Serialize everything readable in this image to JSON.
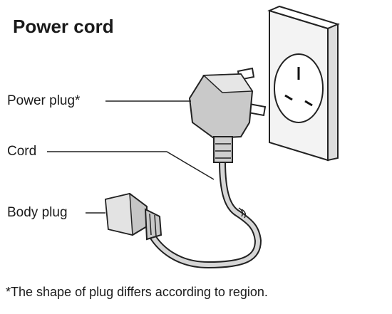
{
  "title": "Power cord",
  "labels": {
    "power_plug": "Power plug*",
    "cord": "Cord",
    "body_plug": "Body plug"
  },
  "footnote": "*The shape of plug differs according to region."
}
